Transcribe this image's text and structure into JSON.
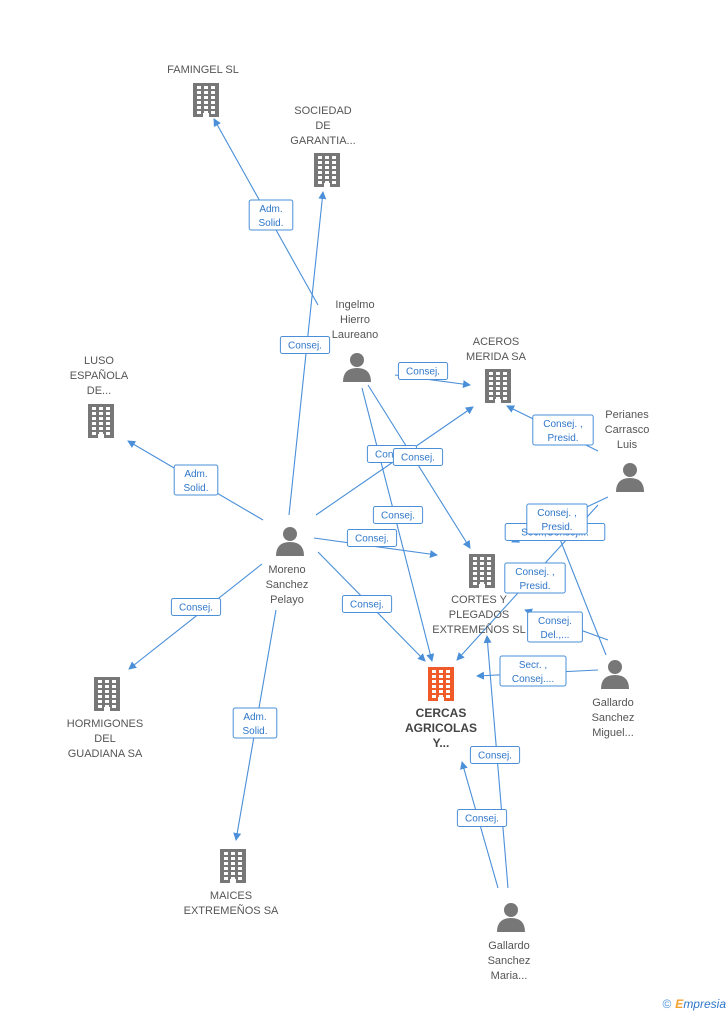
{
  "colors": {
    "edge": "#4a8fd8",
    "label": "#2f76c9",
    "company": "#777777",
    "main_company": "#f05a28",
    "person": "#777777"
  },
  "nodes": [
    {
      "id": "famingel",
      "type": "company",
      "lines": [
        "FAMINGEL SL"
      ]
    },
    {
      "id": "sociedad",
      "type": "company",
      "lines": [
        "SOCIEDAD",
        "DE",
        "GARANTIA..."
      ]
    },
    {
      "id": "ingelmo",
      "type": "person",
      "lines": [
        "Ingelmo",
        "Hierro",
        "Laureano"
      ]
    },
    {
      "id": "aceros",
      "type": "company",
      "lines": [
        "ACEROS",
        "MERIDA SA"
      ]
    },
    {
      "id": "luso",
      "type": "company",
      "lines": [
        "LUSO",
        "ESPAÑOLA",
        "DE..."
      ]
    },
    {
      "id": "perianes",
      "type": "person",
      "lines": [
        "Perianes",
        "Carrasco",
        "Luis"
      ]
    },
    {
      "id": "moreno",
      "type": "person",
      "lines": [
        "Moreno",
        "Sanchez",
        "Pelayo"
      ]
    },
    {
      "id": "cortes",
      "type": "company",
      "lines": [
        "CORTES Y",
        "PLEGADOS",
        "EXTREMEÑOS SL"
      ]
    },
    {
      "id": "hormigones",
      "type": "company",
      "lines": [
        "HORMIGONES",
        "DEL",
        "GUADIANA SA"
      ]
    },
    {
      "id": "cercas",
      "type": "main_company",
      "lines": [
        "CERCAS",
        "AGRICOLAS",
        "Y..."
      ]
    },
    {
      "id": "gallardo_m",
      "type": "person",
      "lines": [
        "Gallardo",
        "Sanchez",
        "Miguel..."
      ]
    },
    {
      "id": "maices",
      "type": "company",
      "lines": [
        "MAICES",
        "EXTREMEÑOS SA"
      ]
    },
    {
      "id": "gallardo_ma",
      "type": "person",
      "lines": [
        "Gallardo",
        "Sanchez",
        "Maria..."
      ]
    }
  ],
  "edges": [
    {
      "from": "ingelmo",
      "to": "famingel",
      "lines": [
        "Adm.",
        "Solid."
      ]
    },
    {
      "from": "moreno",
      "to": "sociedad",
      "lines": [
        "Consej."
      ]
    },
    {
      "from": "ingelmo",
      "to": "aceros",
      "lines": [
        "Consej."
      ]
    },
    {
      "from": "moreno",
      "to": "luso",
      "lines": [
        "Adm.",
        "Solid."
      ]
    },
    {
      "from": "moreno",
      "to": "aceros",
      "lines": [
        "Consej."
      ]
    },
    {
      "from": "ingelmo",
      "to": "cortes",
      "lines": [
        "Consej."
      ]
    },
    {
      "from": "ingelmo",
      "to": "cercas",
      "lines": [
        "Consej."
      ]
    },
    {
      "from": "moreno",
      "to": "cortes",
      "lines": [
        "Consej."
      ]
    },
    {
      "from": "moreno",
      "to": "cercas",
      "lines": [
        "Consej."
      ]
    },
    {
      "from": "moreno",
      "to": "hormigones",
      "lines": [
        "Consej."
      ]
    },
    {
      "from": "moreno",
      "to": "maices",
      "lines": [
        "Adm.",
        "Solid."
      ]
    },
    {
      "from": "perianes",
      "to": "aceros",
      "lines": [
        "Consej. ,",
        "Presid."
      ]
    },
    {
      "from": "perianes",
      "to": "cortes",
      "lines": [
        "Secr.,Consej...."
      ]
    },
    {
      "from": "gallardo_m",
      "to": "aceros",
      "lines": [
        "Consej. ,",
        "Presid."
      ]
    },
    {
      "from": "gallardo_m",
      "to": "cercas",
      "lines": [
        "Consej. ,",
        "Presid."
      ]
    },
    {
      "from": "gallardo_m",
      "to": "cortes",
      "lines": [
        "Consej.",
        "Del.,..."
      ]
    },
    {
      "from": "gallardo_m",
      "to": "cercas",
      "lines": [
        "Secr. ,",
        "Consej...."
      ]
    },
    {
      "from": "gallardo_ma",
      "to": "cercas",
      "lines": [
        "Consej."
      ]
    },
    {
      "from": "gallardo_ma",
      "to": "cortes",
      "lines": [
        "Consej."
      ]
    }
  ],
  "footer": {
    "copyright": "©",
    "brand_initial": "E",
    "brand_rest": "mpresia"
  }
}
